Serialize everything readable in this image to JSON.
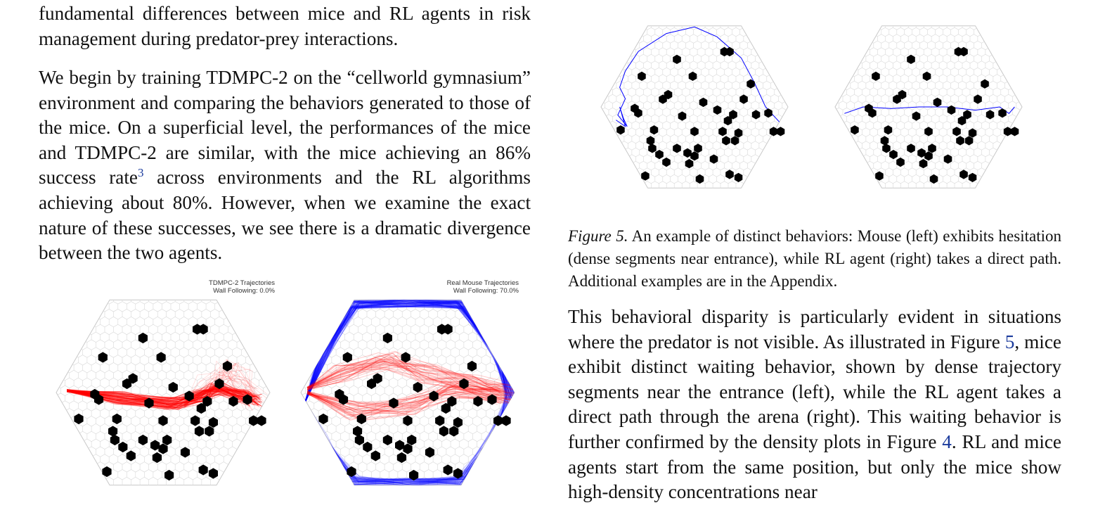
{
  "paragraphs": {
    "p1": "fundamental differences between mice and RL agents in risk management during predator-prey interactions.",
    "p2_before_fn": "We begin by training TDMPC-2 on the “cellworld gymnasium” environment and comparing the behaviors generated to those of the mice. On a superficial level, the performances of the mice and TDMPC-2 are similar, with the mice achieving an 86% success rate",
    "p2_fn": "3",
    "p2_after_fn": " across environments and the RL algorithms achieving about 80%. However, when we examine the exact nature of these successes, we see there is a dramatic divergence between the two agents.",
    "p3_a": "This behavioral disparity is particularly evident in situations where the predator is not visible. As illustrated in Figure ",
    "p3_ref1": "5",
    "p3_b": ", mice exhibit distinct waiting behavior, shown by dense trajectory segments near the entrance (left), while the RL agent takes a direct path through the arena (right). This waiting behavior is further confirmed by the density plots in Figure ",
    "p3_ref2": "4",
    "p3_c": ". RL and mice agents start from the same position, but only the mice show high-density concentrations near"
  },
  "figure4": {
    "left_title_1": "TDMPC-2 Trajectories",
    "left_title_2": "Wall Following: 0.0%",
    "right_title_1": "Real Mouse Trajectories",
    "right_title_2": "Wall Following: 70.0%"
  },
  "figure5": {
    "label": "Figure 5.",
    "caption": " An example of distinct behaviors: Mouse (left) exhibits hesitation (dense segments near entrance), while RL agent (right) takes a direct path. Additional examples are in the Appendix."
  },
  "colors": {
    "obstacle": "#000000",
    "grid": "#d8d8d8",
    "rl_trajectory": "#ff0000",
    "mouse_trajectory": "#0000ff",
    "link": "#1a3a9c"
  }
}
